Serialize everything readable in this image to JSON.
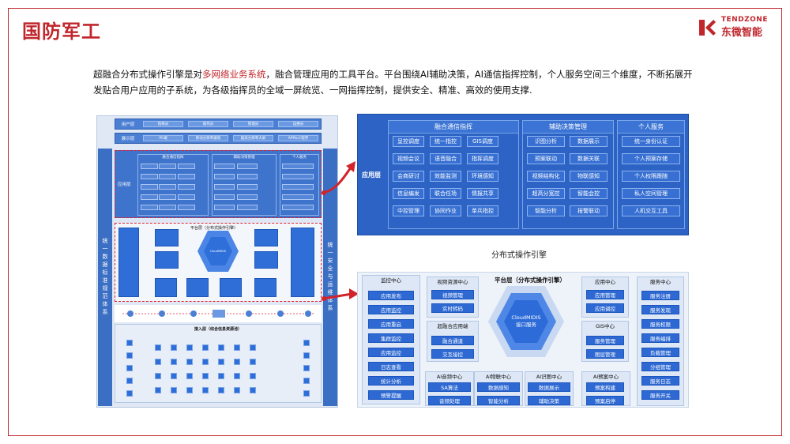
{
  "page": {
    "title": "国防军工",
    "logo_en": "TENDZONE",
    "logo_cn": "东微智能"
  },
  "intro": {
    "before": "超融合分布式操作引擎是对",
    "highlight": "多网络业务系统",
    "after": "，融合管理应用的工具平台。平台围绕AI辅助决策，AI通信指挥控制，个人服务空间三个维度，不断拓展开发贴合用户应用的子系统，为各级指挥员的全域一屏统览、一网指挥控制，提供安全、精准、高效的使用支撑."
  },
  "app_layer": {
    "label": "应用层",
    "groups": [
      {
        "title": "融合通信指挥",
        "items": [
          "呈控调度",
          "统一指控",
          "GIS调度",
          "视频会议",
          "语音融合",
          "指挥调度",
          "会商研讨",
          "效能监测",
          "环境感知",
          "信息编发",
          "联合任场",
          "情报共享",
          "中控管理",
          "协同作业",
          "单兵指控"
        ]
      },
      {
        "title": "辅助决策管理",
        "items": [
          "识图分析",
          "数据展示",
          "预案联动",
          "数据关联",
          "视频结构化",
          "物联感知",
          "超高分宽控",
          "智能会控",
          "智能分析",
          "报警联动"
        ]
      },
      {
        "title": "个人服务",
        "items": [
          "统一身份认证",
          "个人预案存储",
          "个人权限跟随",
          "私人空间管理",
          "人机交互工具"
        ]
      }
    ]
  },
  "platform": {
    "caption": "分布式操作引擎",
    "title": "平台层（分布式操作引擎）",
    "core": [
      "CloudMIDIS",
      "接口服务"
    ],
    "monitor": {
      "title": "监控中心",
      "items": [
        "应用发布",
        "应用监控",
        "应用重启",
        "集群监控",
        "应用监控",
        "日志查看",
        "统计分析",
        "预警提醒"
      ]
    },
    "video": {
      "title": "视频资源中心",
      "items": [
        "视频管理",
        "实时转码"
      ]
    },
    "fusion": {
      "title": "超融合应用端",
      "items": [
        "融合通道",
        "交互接控"
      ]
    },
    "app_center": {
      "title": "应用中心",
      "items": [
        "应用管理",
        "应用调控"
      ]
    },
    "gis": {
      "title": "GIS中心",
      "items": [
        "服务管理",
        "图层管理"
      ]
    },
    "service": {
      "title": "服务中心",
      "items": [
        "服务注册",
        "服务发现",
        "服务权限",
        "服务编排",
        "负载管理",
        "分组管理",
        "服务日志",
        "服务开关"
      ]
    },
    "ai_voice": {
      "title": "AI音频中心",
      "items": [
        "SA算法",
        "音频处理"
      ]
    },
    "ai_iot": {
      "title": "AI物联中心",
      "items": [
        "数据感知",
        "智能分析"
      ]
    },
    "ai_recog": {
      "title": "AI识图中心",
      "items": [
        "数据展示",
        "辅助决策"
      ]
    },
    "ai_plan": {
      "title": "AI预案中心",
      "items": [
        "预案构建",
        "预案启停"
      ]
    }
  },
  "overview": {
    "left_bar": "统一数据标准规范体系",
    "right_bar": "统一安全与运维体系",
    "user_layer": {
      "label": "用户层",
      "cells": [
        "指挥员",
        "操作员",
        "管理员",
        "运维员"
      ]
    },
    "display_layer": {
      "label": "展示层",
      "cells": [
        "PC端",
        "移动分辨率展现",
        "超高分辨率大屏",
        "APP&小程序"
      ]
    },
    "app_label": "应用层",
    "platform_label": "平台层（分布式操作引擎）",
    "access_label": "接入层（综合信息资源池）",
    "core_label": "CloudMIDIS"
  },
  "colors": {
    "brand_red": "#c0262c",
    "panel_blue": "#2d63c4",
    "button_blue": "#2e69d3"
  }
}
